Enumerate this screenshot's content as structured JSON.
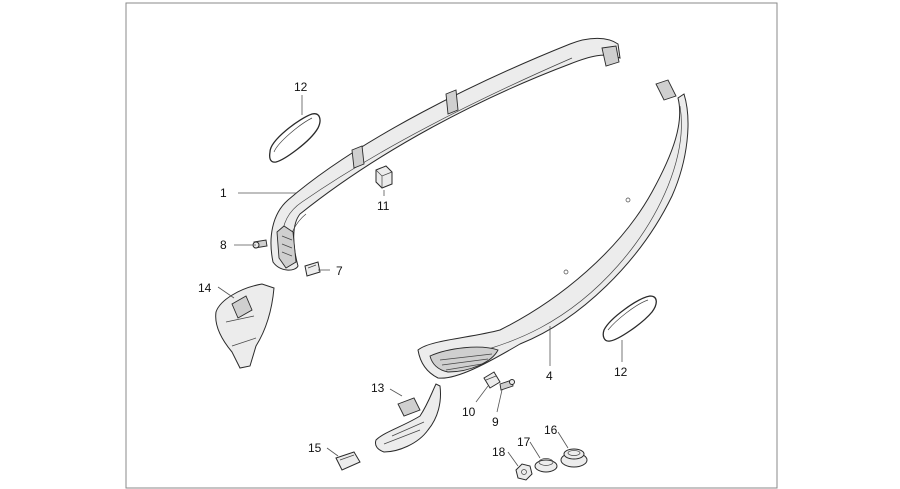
{
  "callouts": {
    "c1": "1",
    "c4": "4",
    "c7": "7",
    "c8": "8",
    "c9": "9",
    "c10": "10",
    "c11": "11",
    "c12a": "12",
    "c12b": "12",
    "c13": "13",
    "c14": "14",
    "c15": "15",
    "c16": "16",
    "c17": "17",
    "c18": "18"
  }
}
